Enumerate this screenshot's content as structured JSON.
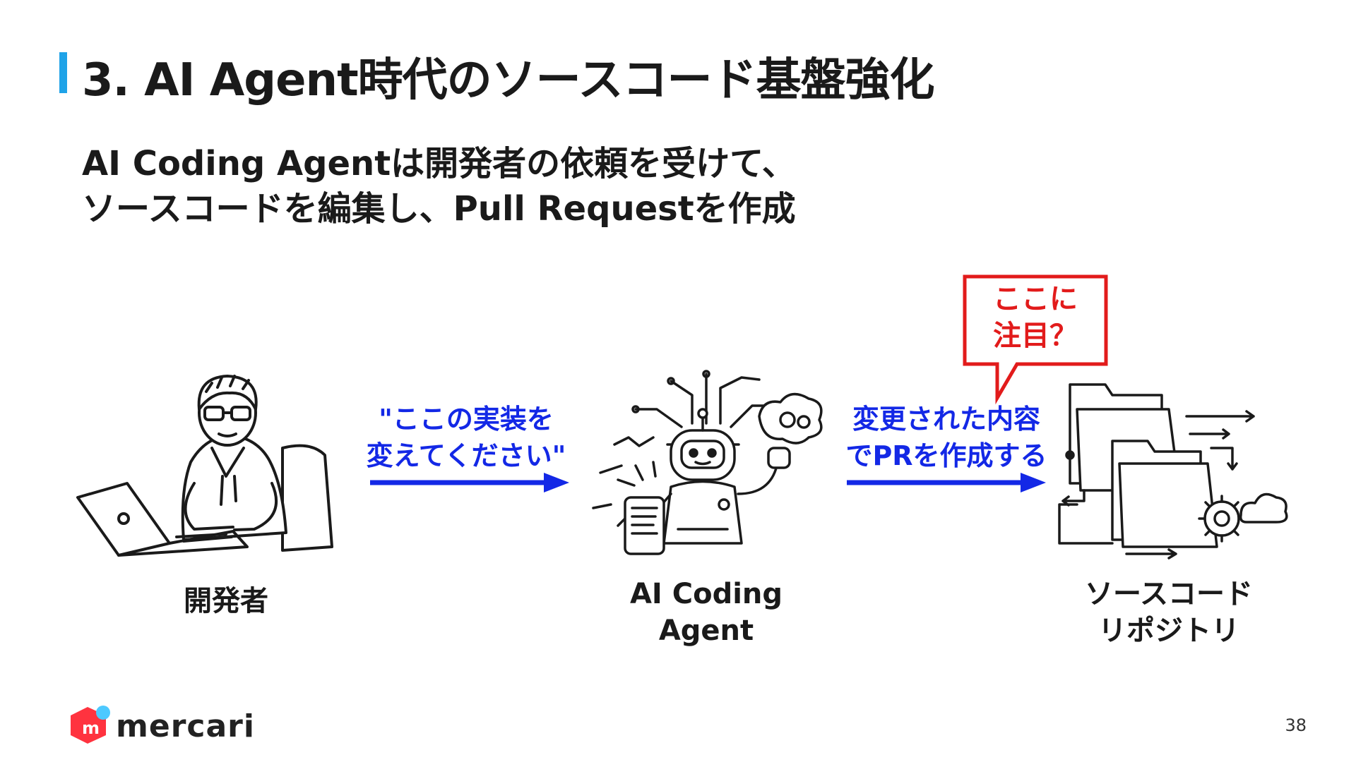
{
  "colors": {
    "accent_bar": "#1fa3e8",
    "arrow_blue": "#1328e6",
    "callout_red": "#e21b1b",
    "logo_red": "#ff333f",
    "logo_blue": "#4dc9ff",
    "ink": "#1a1a1a"
  },
  "slide": {
    "title": "3. AI Agent時代のソースコード基盤強化",
    "subtitle_line1": "AI Coding Agentは開発者の依頼を受けて、",
    "subtitle_line2": "ソースコードを編集し、Pull Requestを作成",
    "page_number": "38"
  },
  "diagram": {
    "nodes": [
      {
        "id": "developer",
        "label_lines": [
          "開発者"
        ],
        "icon": "developer-laptop-icon"
      },
      {
        "id": "agent",
        "label_lines": [
          "AI Coding",
          "Agent"
        ],
        "icon": "robot-agent-icon"
      },
      {
        "id": "repo",
        "label_lines": [
          "ソースコード",
          "リポジトリ"
        ],
        "icon": "repository-folders-icon"
      }
    ],
    "edges": [
      {
        "from": "developer",
        "to": "agent",
        "label_lines": [
          "\"ここの実装を",
          "変えてください\""
        ]
      },
      {
        "from": "agent",
        "to": "repo",
        "label_lines": [
          "変更された内容",
          "でPRを作成する"
        ]
      }
    ],
    "callout": {
      "lines": [
        "ここに",
        "注目？"
      ]
    }
  },
  "footer": {
    "logo_text": "mercari",
    "logo_icon": "mercari-logo-icon"
  }
}
